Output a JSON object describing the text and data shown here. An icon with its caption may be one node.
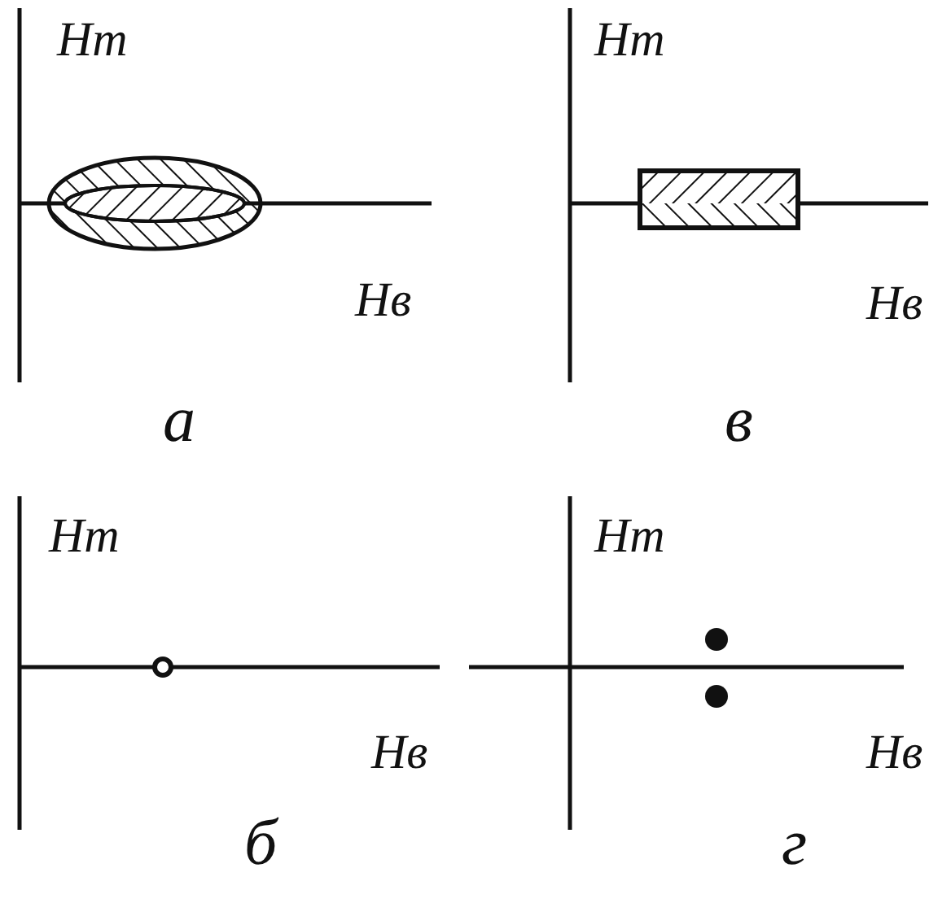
{
  "diagram": {
    "labels": [
      "Нт",
      "Нв",
      "а",
      "Нт",
      "Нв",
      "в",
      "Нт",
      "Нв",
      "б",
      "Нт",
      "Нв",
      "г"
    ]
  }
}
